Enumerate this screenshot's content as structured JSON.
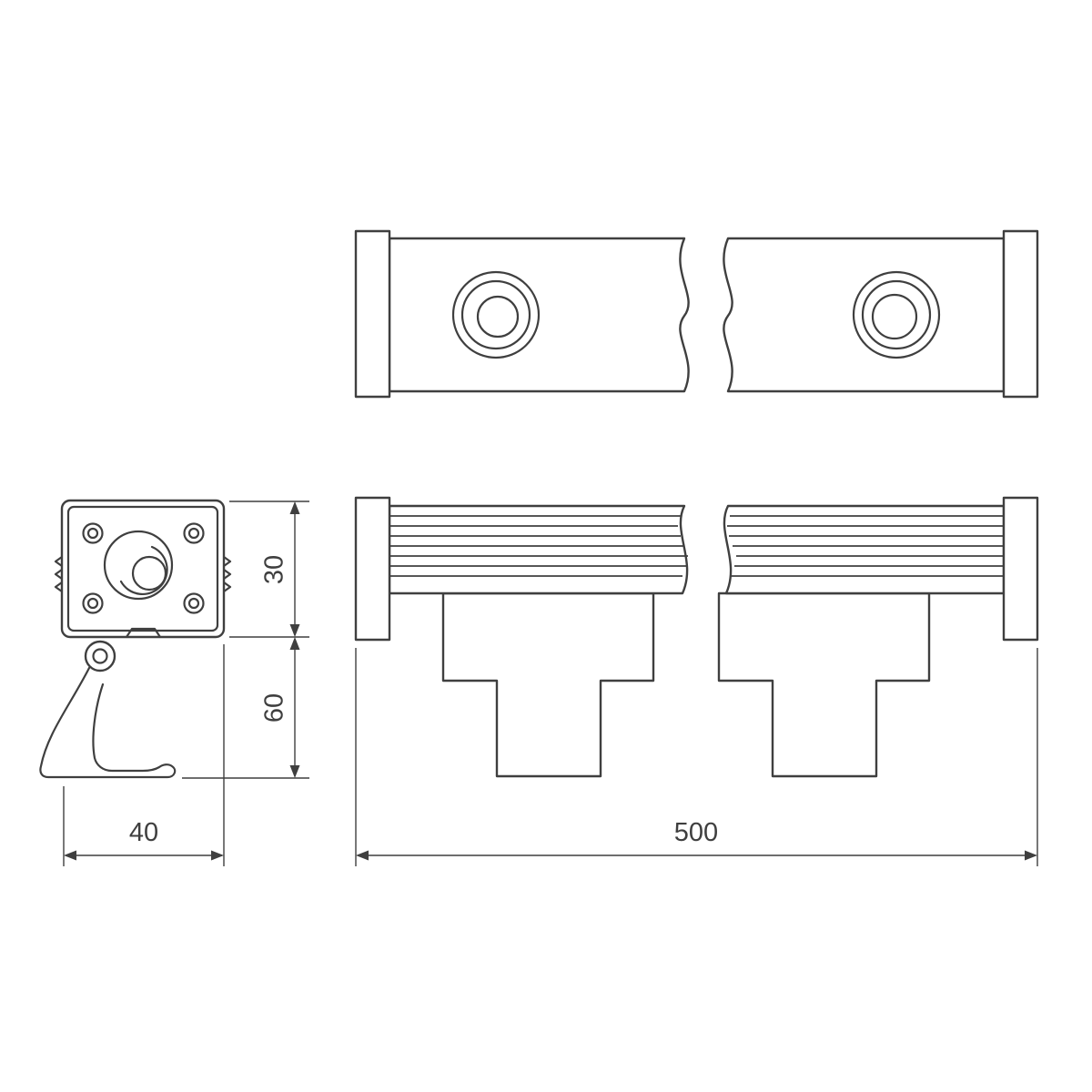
{
  "drawing": {
    "colors": {
      "line": "#3f3f3f",
      "background": "#ffffff"
    },
    "dimensions": {
      "head_height": "30",
      "bracket_height": "60",
      "head_width": "40",
      "fixture_length": "500"
    }
  }
}
